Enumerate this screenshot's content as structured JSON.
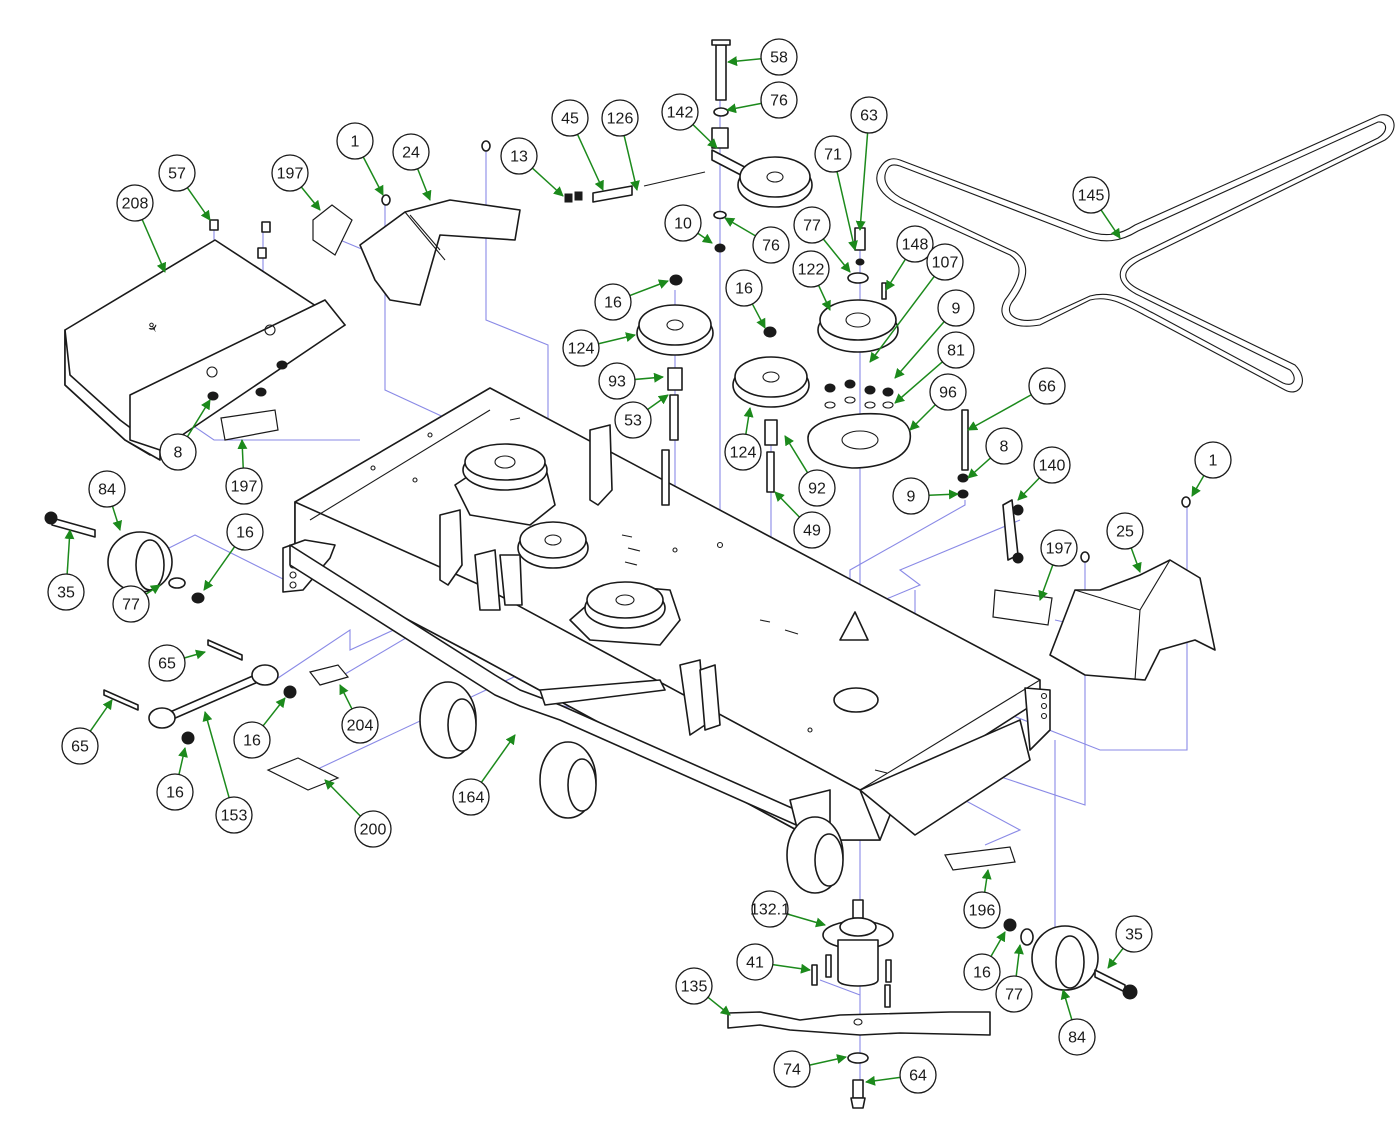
{
  "diagram": {
    "type": "exploded-parts-diagram",
    "subject": "mower deck assembly",
    "colors": {
      "part_stroke": "#1a1a1a",
      "guide_line": "#8a8ae6",
      "leader_arrow": "#1c8a1c",
      "background": "#ffffff"
    },
    "callouts": [
      {
        "label": "208",
        "part": "belt-cover"
      },
      {
        "label": "57",
        "part": "bolt"
      },
      {
        "label": "197",
        "part": "decal"
      },
      {
        "label": "1",
        "part": "cap-nut"
      },
      {
        "label": "24",
        "part": "discharge-chute-left"
      },
      {
        "label": "8",
        "part": "nut"
      },
      {
        "label": "197",
        "part": "decal"
      },
      {
        "label": "13",
        "part": "nut"
      },
      {
        "label": "45",
        "part": "eye-bolt"
      },
      {
        "label": "126",
        "part": "spring"
      },
      {
        "label": "142",
        "part": "idler-arm"
      },
      {
        "label": "58",
        "part": "bolt"
      },
      {
        "label": "76",
        "part": "washer"
      },
      {
        "label": "76",
        "part": "washer"
      },
      {
        "label": "10",
        "part": "nut"
      },
      {
        "label": "63",
        "part": "bolt"
      },
      {
        "label": "71",
        "part": "lock-washer"
      },
      {
        "label": "77",
        "part": "washer"
      },
      {
        "label": "148",
        "part": "key"
      },
      {
        "label": "122",
        "part": "drive-pulley"
      },
      {
        "label": "107",
        "part": "set-screw"
      },
      {
        "label": "9",
        "part": "nut"
      },
      {
        "label": "81",
        "part": "washer"
      },
      {
        "label": "96",
        "part": "pulley-plate"
      },
      {
        "label": "66",
        "part": "bolt"
      },
      {
        "label": "8",
        "part": "nut"
      },
      {
        "label": "9",
        "part": "nut"
      },
      {
        "label": "145",
        "part": "deck-belt"
      },
      {
        "label": "16",
        "part": "nut"
      },
      {
        "label": "124",
        "part": "idler-pulley"
      },
      {
        "label": "93",
        "part": "spacer"
      },
      {
        "label": "53",
        "part": "bolt"
      },
      {
        "label": "16",
        "part": "nut"
      },
      {
        "label": "124",
        "part": "idler-pulley"
      },
      {
        "label": "92",
        "part": "spacer"
      },
      {
        "label": "49",
        "part": "bolt"
      },
      {
        "label": "140",
        "part": "link"
      },
      {
        "label": "197",
        "part": "decal"
      },
      {
        "label": "25",
        "part": "discharge-chute-right"
      },
      {
        "label": "1",
        "part": "cap-nut"
      },
      {
        "label": "84",
        "part": "gauge-wheel"
      },
      {
        "label": "35",
        "part": "wheel-bolt"
      },
      {
        "label": "16",
        "part": "nut"
      },
      {
        "label": "77",
        "part": "washer"
      },
      {
        "label": "65",
        "part": "bolt"
      },
      {
        "label": "65",
        "part": "bolt"
      },
      {
        "label": "153",
        "part": "adjustment-rod"
      },
      {
        "label": "16",
        "part": "nut"
      },
      {
        "label": "16",
        "part": "nut"
      },
      {
        "label": "204",
        "part": "decal"
      },
      {
        "label": "200",
        "part": "decal"
      },
      {
        "label": "164",
        "part": "deck-frame"
      },
      {
        "label": "196",
        "part": "decal"
      },
      {
        "label": "132.1",
        "part": "spindle-assembly"
      },
      {
        "label": "41",
        "part": "bolt"
      },
      {
        "label": "135",
        "part": "blade"
      },
      {
        "label": "74",
        "part": "blade-washer"
      },
      {
        "label": "64",
        "part": "blade-bolt"
      },
      {
        "label": "16",
        "part": "nut"
      },
      {
        "label": "77",
        "part": "washer"
      },
      {
        "label": "84",
        "part": "gauge-wheel"
      },
      {
        "label": "35",
        "part": "wheel-bolt"
      }
    ]
  }
}
